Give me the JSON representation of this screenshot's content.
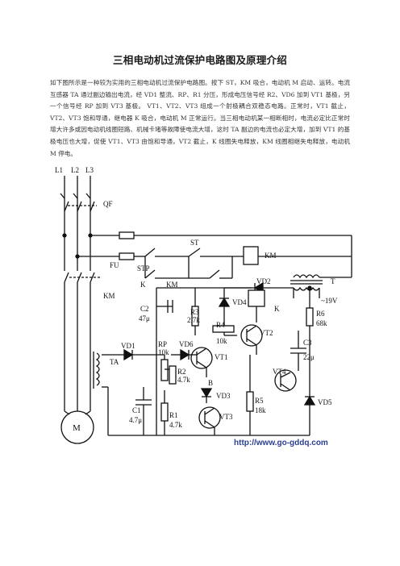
{
  "title": "三相电动机过流保护电路图及原理介绍",
  "paragraph": "如下图所示是一种较为实用的三相电动机过流保护电路图。按下 ST，KM 吸合，电动机 M 启动、运转。电流互感器 TA 通过副边输出电流，经 VD1 整流、RP、R1 分压，形成电压信号经 R2、VD6 加到 VT1 基极，另一个信号经 RP 加到 VT3 基极。 VT1、VT2、VT3 组成一个射极耦合双稳态电路。正常时，VT1 截止，VT2、VT3 饱和导通，继电器 K 吸合，电动机 M 正常运行。当三相电动机某一相断相时，电流必定比正常时增大许多或因电动机线圈短路、机械卡堵等故障使电流大增，这时 TA 副边的电流也必定大增，加到 VT1 的基极电压也大增，促使 VT1、VT3 由饱和导通，VT2 截止，K 线圈失电释放，KM 线圈相继失电释放，电动机 M 停电。",
  "figure": {
    "labels": {
      "L1": "L1",
      "L2": "L2",
      "L3": "L3",
      "QF": "QF",
      "FU": "FU",
      "STP": "STP",
      "ST": "ST",
      "K": "K",
      "KM": "KM",
      "KM_coil": "KM",
      "KM_contacts": "KM",
      "VD2": "VD2",
      "T": "T",
      "V19": "~19V",
      "C2": "C2",
      "C2v": "47μ",
      "R3": "R3",
      "R3v": "2.7k",
      "VD4": "VD4",
      "K_coil": "K",
      "R6": "R6",
      "R6v": "68k",
      "R4": "R4",
      "R4v": "10k",
      "VT2": "VT2",
      "C3": "C3",
      "C3v": "22μ",
      "TA": "TA",
      "VD1": "VD1",
      "RP": "RP",
      "RPv": "10k",
      "VD6": "VD6",
      "VT1": "VT1",
      "R2": "R2",
      "R2v": "4.7k",
      "B": "B",
      "VD3": "VD3",
      "VT4": "VT4",
      "C1": "C1",
      "C1v": "4.7μ",
      "R1": "R1",
      "R1v": "4.7k",
      "VT3": "VT3",
      "R5": "R5",
      "R5v": "18k",
      "VD5": "VD5",
      "M": "M"
    },
    "watermark": "http://www.go-gddq.com"
  }
}
